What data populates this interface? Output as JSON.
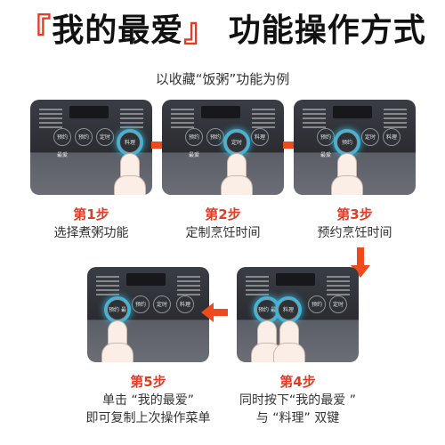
{
  "title": {
    "open": "『",
    "main": "我的最爱",
    "close": "』",
    "rest": " 功能操作方式"
  },
  "subtitle": "以收藏“饭粥”功能为例",
  "buttons": {
    "btn1": "预约\n最爱",
    "btn2": "预约",
    "btn3": "定时",
    "btn4": "料理"
  },
  "steps": [
    {
      "label": "第1步",
      "desc": "选择煮粥功能"
    },
    {
      "label": "第2步",
      "desc": "定制烹饪时间"
    },
    {
      "label": "第3步",
      "desc": "预约烹饪时间"
    },
    {
      "label": "第4步",
      "desc1": "同时按下“我的最爱 ”",
      "desc2": "与 “料理” 双键"
    },
    {
      "label": "第5步",
      "desc1": "单击 “我的最爱”",
      "desc2": "即可复制上次操作菜单"
    }
  ],
  "colors": {
    "accent": "#e53b23",
    "highlight": "#3fb6d8",
    "arrow": "#f04a1c"
  }
}
